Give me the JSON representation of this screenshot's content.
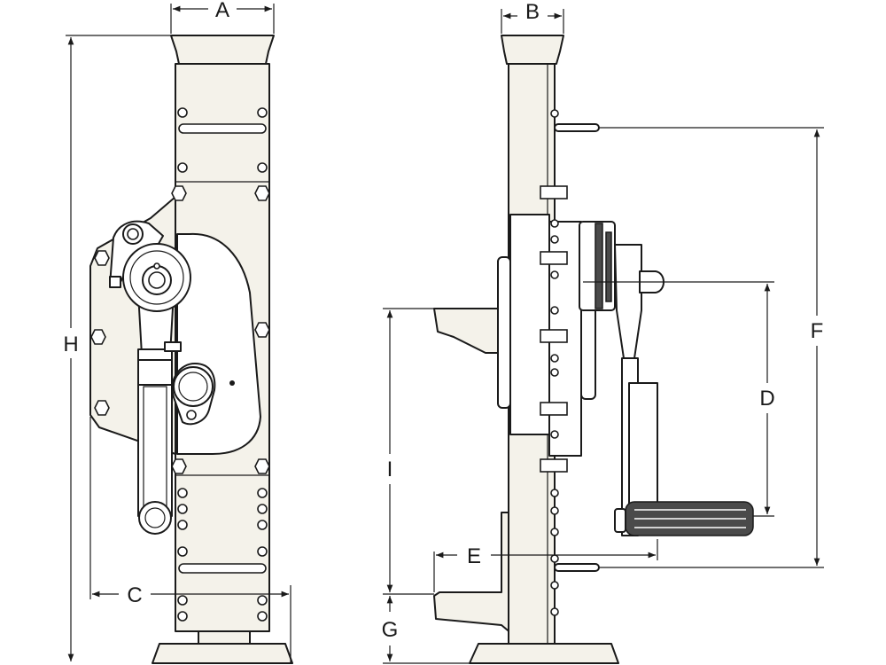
{
  "dimensions": {
    "A": "A",
    "B": "B",
    "C": "C",
    "D": "D",
    "E": "E",
    "F": "F",
    "G": "G",
    "H": "H",
    "I": "I"
  },
  "colors": {
    "body_fill": "#f4f2ea",
    "outline": "#1a1a1a",
    "grip": "#4a4a4a"
  }
}
